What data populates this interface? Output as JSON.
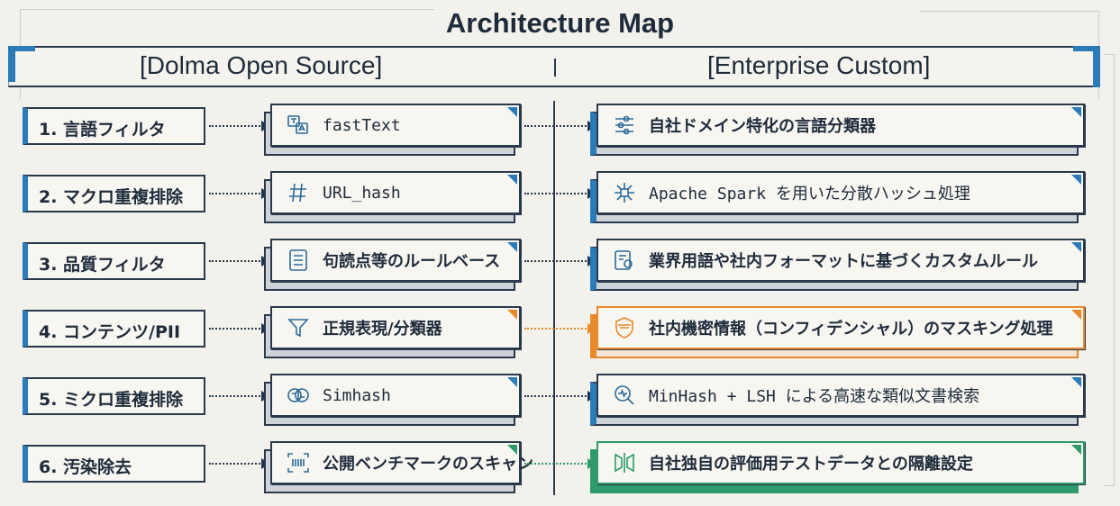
{
  "title": "Architecture Map",
  "columns": {
    "left": "[Dolma Open Source]",
    "right": "[Enterprise Custom]"
  },
  "colors": {
    "navy": "#1e2b3a",
    "blue": "#2b7bb9",
    "orange": "#e8892b",
    "green": "#2e9a6a"
  },
  "rows": [
    {
      "step": "1. 言語フィルタ",
      "oss": "fastText",
      "oss_mono": true,
      "oss_icon": "translate-icon",
      "custom": "自社ドメイン特化の言語分類器",
      "custom_mono": false,
      "custom_icon": "sliders-icon",
      "accent": "blue"
    },
    {
      "step": "2. マクロ重複排除",
      "oss": "URL_hash",
      "oss_mono": true,
      "oss_icon": "hash-icon",
      "custom": "Apache Spark を用いた分散ハッシュ処理",
      "custom_mono": true,
      "custom_icon": "network-icon",
      "accent": "blue"
    },
    {
      "step": "3. 品質フィルタ",
      "oss": "句読点等のルールベース",
      "oss_mono": false,
      "oss_icon": "list-icon",
      "custom": "業界用語や社内フォーマットに基づくカスタムルール",
      "custom_mono": false,
      "custom_icon": "document-settings-icon",
      "accent": "blue"
    },
    {
      "step": "4. コンテンツ/PII",
      "oss": "正規表現/分類器",
      "oss_mono": false,
      "oss_icon": "filter-icon",
      "custom": "社内機密情報（コンフィデンシャル）のマスキング処理",
      "custom_mono": false,
      "custom_icon": "mask-shield-icon",
      "accent": "orange"
    },
    {
      "step": "5. ミクロ重複排除",
      "oss": "Simhash",
      "oss_mono": true,
      "oss_icon": "brain-icon",
      "custom": "MinHash + LSH による高速な類似文書検索",
      "custom_mono": true,
      "custom_icon": "search-pulse-icon",
      "accent": "blue"
    },
    {
      "step": "6. 汚染除去",
      "oss": "公開ベンチマークのスキャン",
      "oss_mono": false,
      "oss_icon": "barcode-scan-icon",
      "custom": "自社独自の評価用テストデータとの隔離設定",
      "custom_mono": false,
      "custom_icon": "split-isolation-icon",
      "accent": "green"
    }
  ]
}
